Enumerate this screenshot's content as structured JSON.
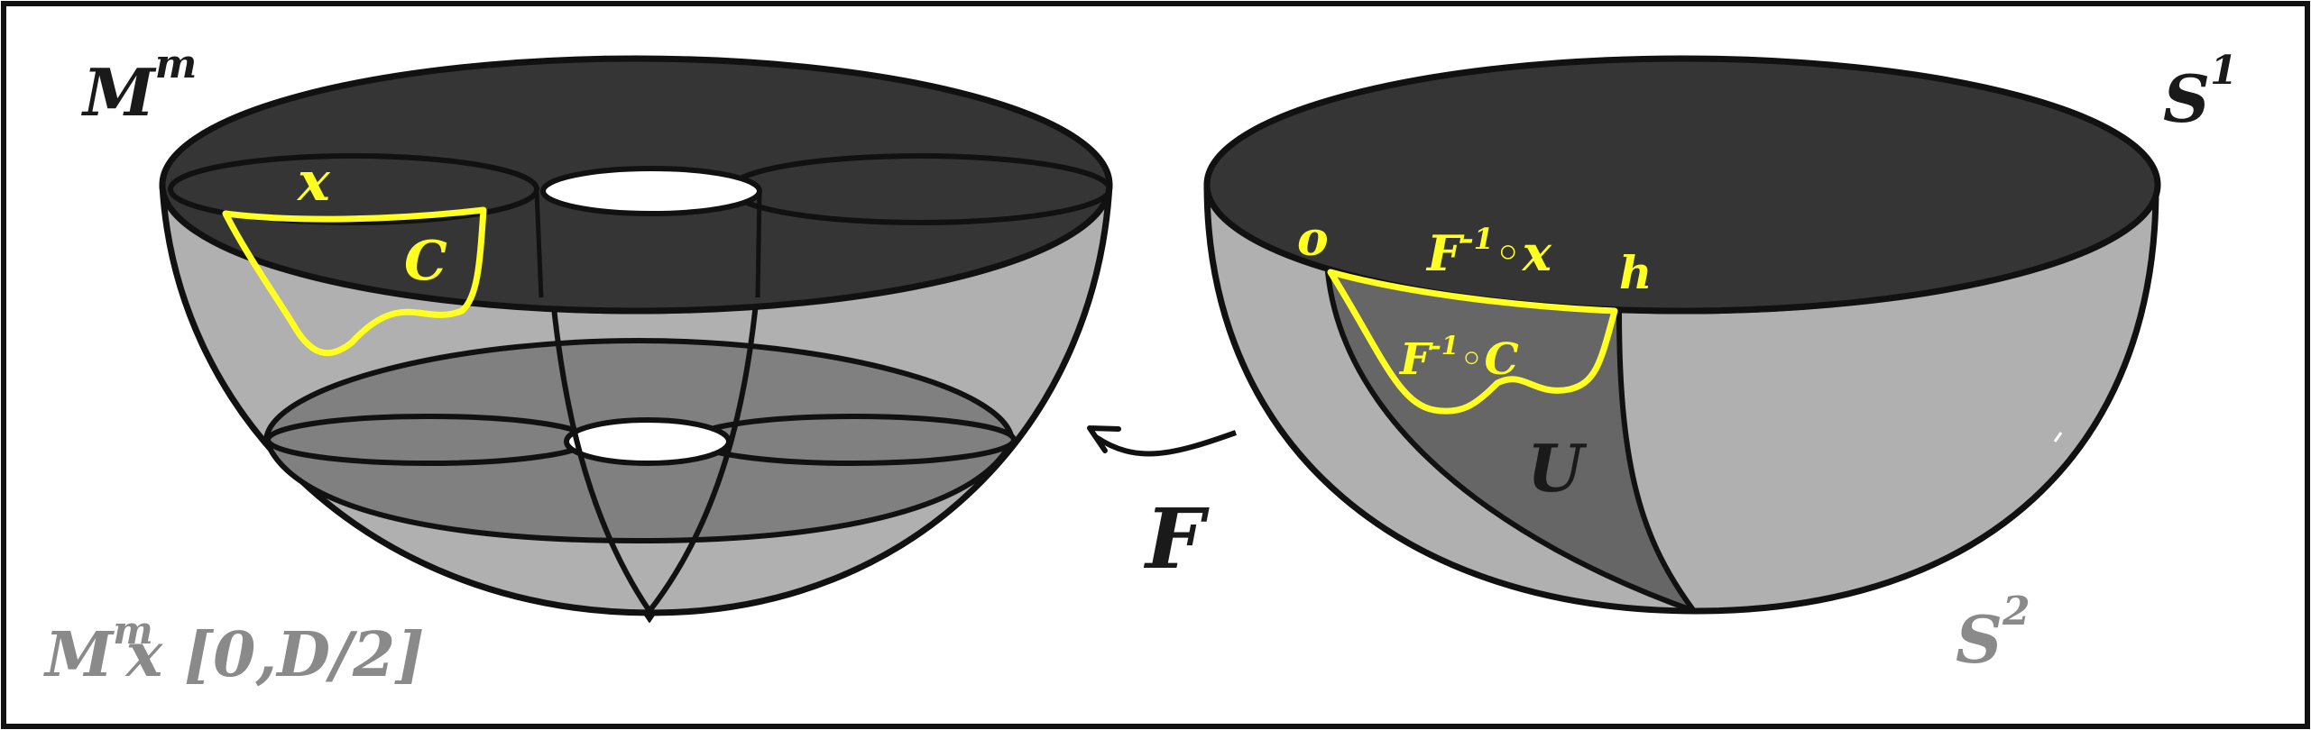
{
  "figure": {
    "colors": {
      "frame": "#111111",
      "dark_top": "#353535",
      "light_body": "#b0b0b0",
      "mid_slab": "#808080",
      "region_u": "#666666",
      "curve": "#ffff22",
      "label_black": "#1a1a1a",
      "label_grey": "#8a8a8a"
    },
    "left_shape": {
      "label_manifold_base": "M",
      "label_manifold_sup": "m",
      "label_product": "M",
      "label_product_sup": "m",
      "label_product_rest": "x [0,D/2]",
      "label_x": "x",
      "label_c": "C"
    },
    "map_label": "F",
    "right_shape": {
      "label_s1_base": "S",
      "label_s1_sup": "1",
      "label_s2_base": "S",
      "label_s2_sup": "2",
      "label_o": "o",
      "label_h": "h",
      "label_finv_x": "F",
      "label_finv_x_sup": "-1",
      "label_finv_x_rest": "◦x",
      "label_finv_c": "F",
      "label_finv_c_sup": "-1",
      "label_finv_c_rest": "◦C",
      "label_u": "U"
    }
  }
}
